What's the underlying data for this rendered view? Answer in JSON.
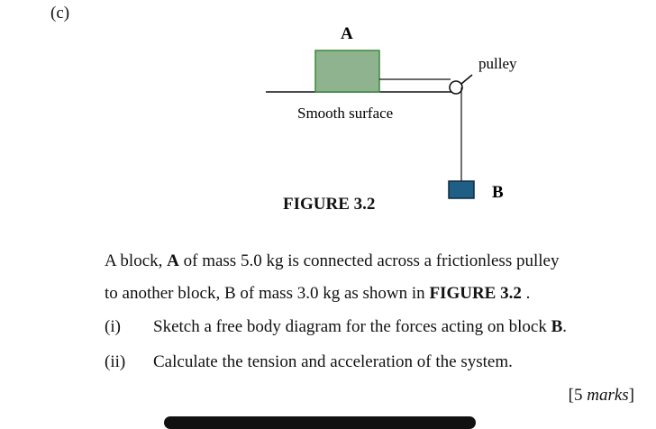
{
  "part_label": "(c)",
  "figure": {
    "label_A": "A",
    "label_B": "B",
    "pulley_label": "pulley",
    "surface_label": "Smooth surface",
    "caption": "FIGURE 3.2",
    "colors": {
      "block_A_fill": "#8fb38f",
      "block_A_border": "#3a8a3a",
      "block_B_fill": "#1f5f86",
      "block_B_border": "#0d2a3f",
      "line": "#111111"
    }
  },
  "question": {
    "p1_pre": "A block, ",
    "p1_bold": "A",
    "p1_post": " of mass 5.0 kg is connected across a frictionless pulley",
    "p2_pre": "to another block, B of mass 3.0 kg as shown in ",
    "p2_bold": "FIGURE 3.2",
    "p2_post": " .",
    "items": [
      {
        "num": "(i)",
        "text_pre": "Sketch a free body diagram for the forces acting on block ",
        "text_bold": "B",
        "text_post": "."
      },
      {
        "num": "(ii)",
        "text": "Calculate the tension and acceleration of the system."
      }
    ],
    "marks_pre": "[5 ",
    "marks_italic": "marks",
    "marks_post": "]"
  }
}
